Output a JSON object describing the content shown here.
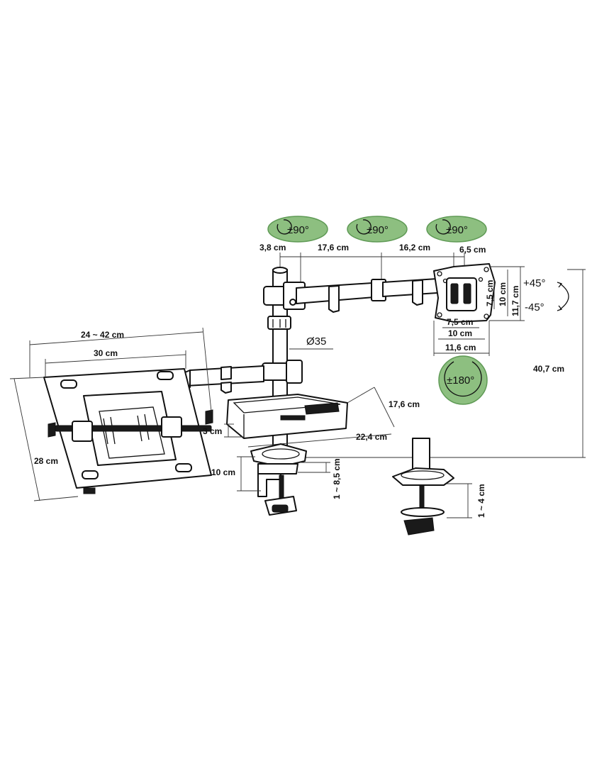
{
  "colors": {
    "badge_fill": "#8dbf80",
    "badge_stroke": "#5f9a55",
    "line": "#111111"
  },
  "badges": {
    "rotation_1": "±90°",
    "rotation_2": "±90°",
    "rotation_3": "±90°",
    "rotation_vesa": "±180°"
  },
  "dimensions": {
    "pole_top": "3,8 cm",
    "arm_inner": "17,6 cm",
    "arm_outer": "16,2 cm",
    "head_depth": "6,5 cm",
    "pole_diameter": "Ø35",
    "total_height": "40,7 cm",
    "vesa_7_5_v": "7,5 cm",
    "vesa_10_v": "10 cm",
    "plate_11_7": "11,7 cm",
    "vesa_7_5_h": "7,5 cm",
    "vesa_10_h": "10 cm",
    "plate_11_6": "11,6 cm",
    "tilt_up": "+45°",
    "tilt_down": "-45°",
    "laptop_width_range": "24 ~ 42 cm",
    "laptop_inner_width": "30 cm",
    "laptop_depth": "28 cm",
    "tray_depth": "17,6 cm",
    "tray_width": "22,4 cm",
    "tray_height": "3 cm",
    "clamp_height": "10 cm",
    "clamp_range": "1 ~ 8,5 cm",
    "grommet_range": "1 ~ 4 cm"
  }
}
